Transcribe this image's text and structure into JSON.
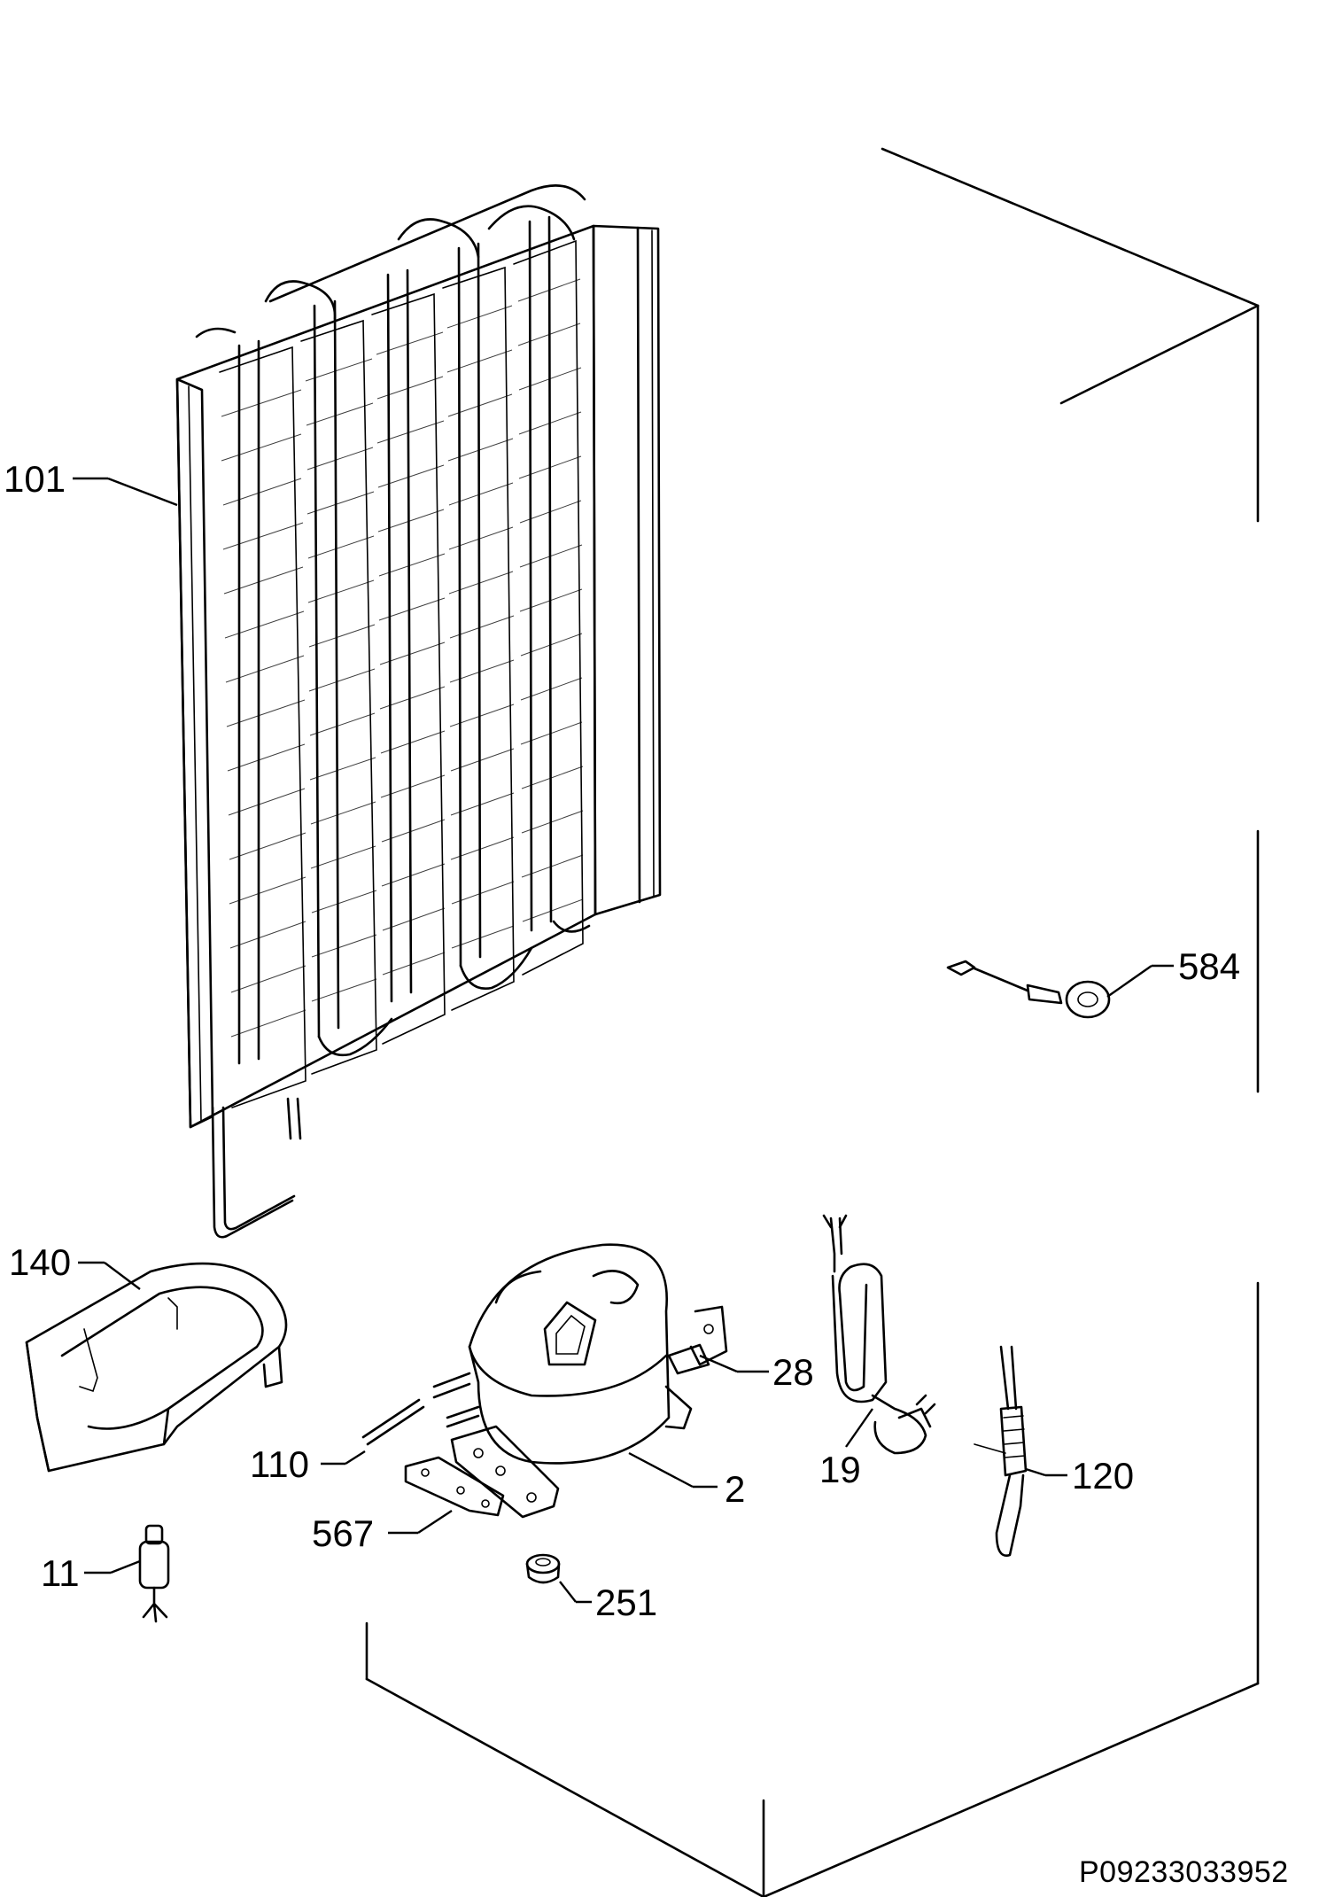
{
  "labels": {
    "l101": "101",
    "l584": "584",
    "l140": "140",
    "l28": "28",
    "l19": "19",
    "l110": "110",
    "l2": "2",
    "l120": "120",
    "l567": "567",
    "l11": "11",
    "l251": "251"
  },
  "document_code": "P09233033952"
}
